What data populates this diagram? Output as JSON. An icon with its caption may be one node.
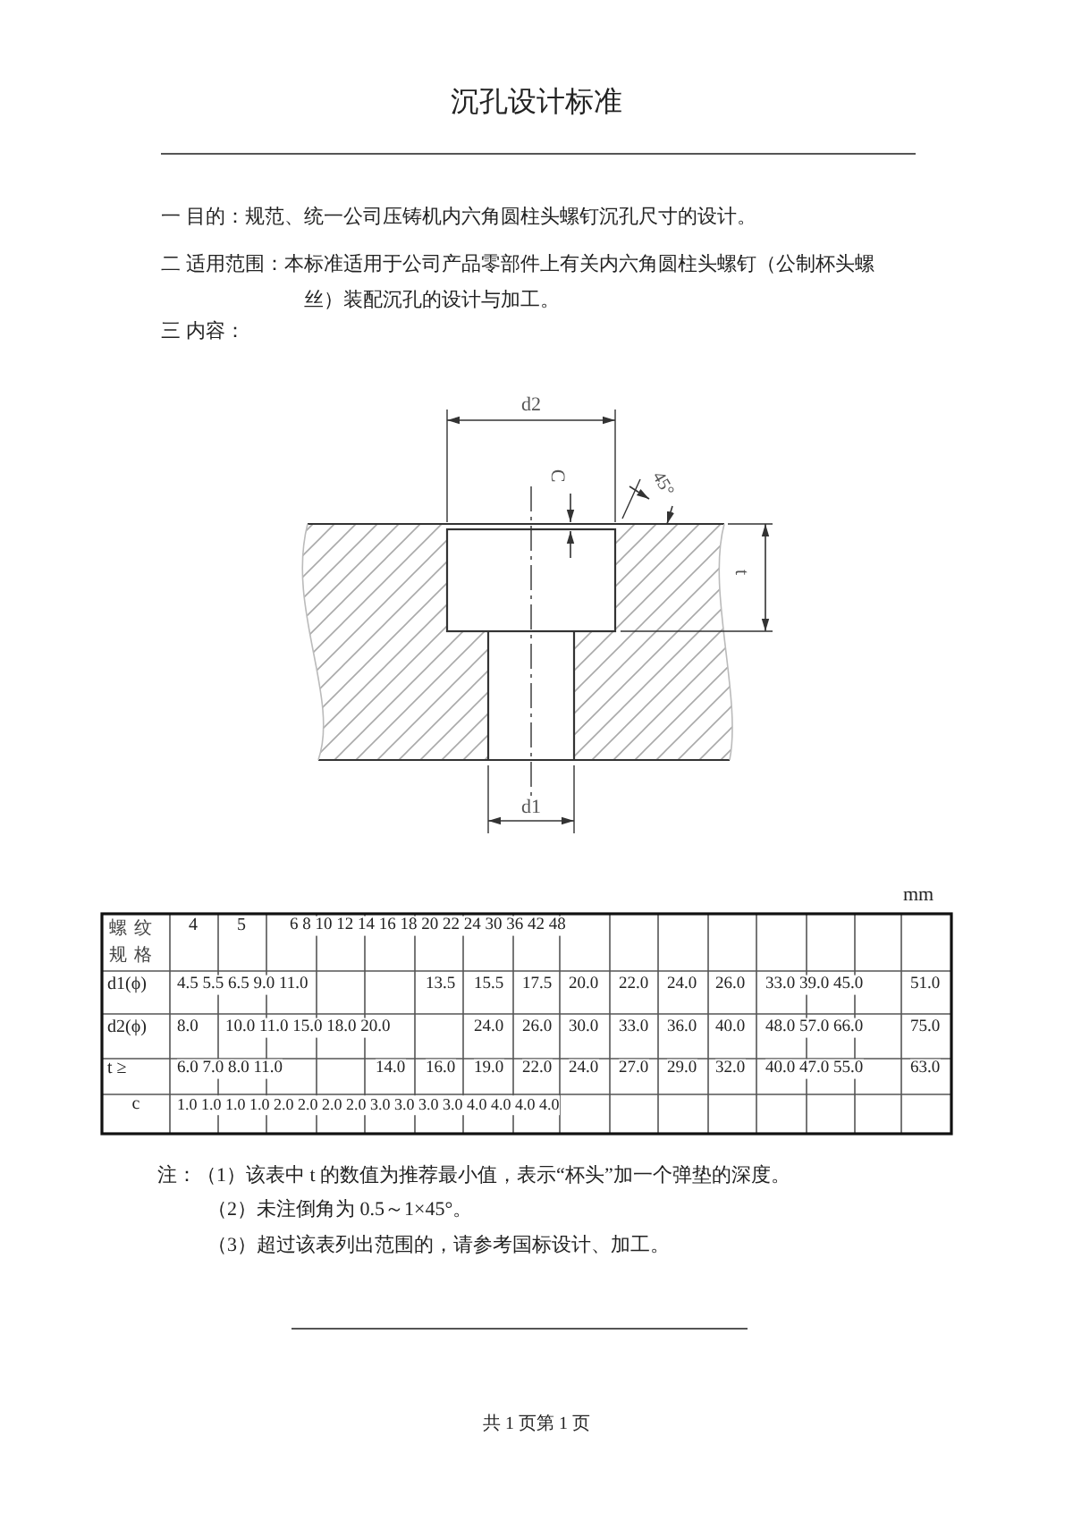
{
  "diagram": {
    "title": "沉孔设计标准",
    "labels": [
      "一 目的：规范、统一公司压铸机内六角圆柱头螺钉沉孔尺寸的设计。",
      "二 适用范围：本标准适用于公司产品零部件上有关内六角圆柱头螺钉（公制杯头螺丝）装配沉孔的设计与加工。",
      "三 内容：",
      "d2",
      "C",
      "45°",
      "t",
      "d1",
      "mm",
      "螺纹规格",
      "4",
      "5",
      "6 8 10 12 14 16 18 20 22 24 30 36 42 48",
      "d1(ϕ)",
      "4.5 5.5 6.5 9.0 11.0",
      "13.5",
      "15.5",
      "17.5",
      "20.0",
      "22.0",
      "24.0",
      "26.0",
      "33.0 39.0 45.0",
      "51.0",
      "d2(ϕ)",
      "8.0",
      "10.0 11.0 15.0 18.0 20.0",
      "24.0",
      "26.0",
      "30.0",
      "33.0",
      "36.0",
      "40.0",
      "48.0 57.0 66.0",
      "75.0",
      "t ≥",
      "6.0 7.0 8.0 11.0",
      "14.0",
      "16.0",
      "19.0",
      "22.0",
      "24.0",
      "27.0",
      "29.0",
      "32.0",
      "40.0 47.0 55.0",
      "63.0",
      "c",
      "1.0 1.0 1.0 1.0 2.0 2.0 2.0 2.0 3.0 3.0 3.0 3.0 4.0 4.0 4.0 4.0",
      "注：（1）该表中 t 的数值为推荐最小值，表示“杯头”加一个弹垫的深度。",
      "（2）未注倒角为 0.5～1×45°。",
      "（3）超过该表列出范围的，请参考国标设计、加工。",
      "共 1 页第 1 页"
    ]
  }
}
